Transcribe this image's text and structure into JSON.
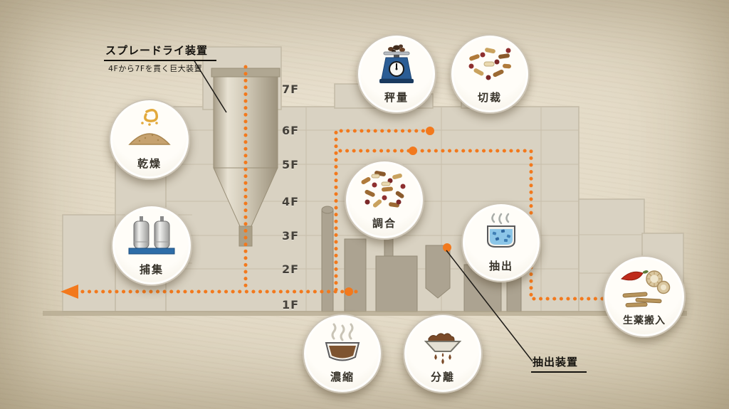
{
  "colors": {
    "accent": "#f2791d",
    "paper": "#e6ddca",
    "building": "#d9d2c2",
    "pointer_line": "#1d1b17"
  },
  "annotations": {
    "spray_dry": {
      "title": "スプレードライ装置",
      "subtitle": "4Fから7Fを貫く巨大装置"
    },
    "extraction": {
      "title": "抽出装置"
    }
  },
  "floors": [
    "7F",
    "6F",
    "5F",
    "4F",
    "3F",
    "2F",
    "1F"
  ],
  "stations": [
    {
      "id": "drying",
      "label": "乾燥",
      "icon": "spray-drying-icon"
    },
    {
      "id": "collection",
      "label": "捕集",
      "icon": "collection-tanks-icon"
    },
    {
      "id": "weighing",
      "label": "秤量",
      "icon": "weighing-scale-icon"
    },
    {
      "id": "cutting",
      "label": "切裁",
      "icon": "cut-herbs-icon"
    },
    {
      "id": "blending",
      "label": "調合",
      "icon": "mixed-herbs-icon"
    },
    {
      "id": "extraction",
      "label": "抽出",
      "icon": "boiling-pot-icon"
    },
    {
      "id": "concentration",
      "label": "濃縮",
      "icon": "steaming-bowl-icon"
    },
    {
      "id": "separation",
      "label": "分離",
      "icon": "dripping-funnel-icon"
    },
    {
      "id": "herb_delivery",
      "label": "生薬搬入",
      "icon": "raw-herbs-icon"
    }
  ]
}
